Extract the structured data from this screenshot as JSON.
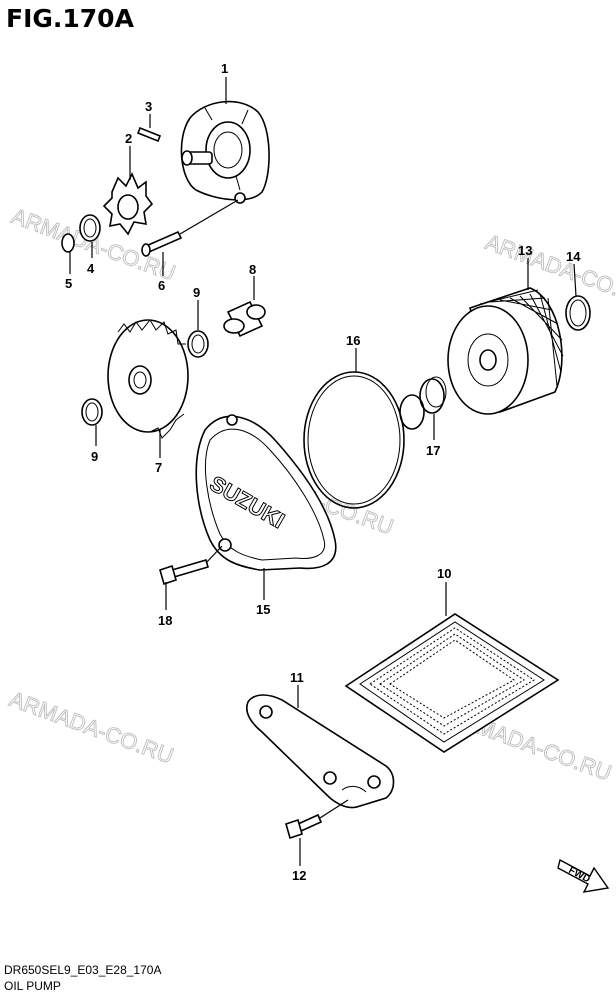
{
  "title": "FIG.170A",
  "footer": {
    "code": "DR650SEL9_E03_E28_170A",
    "name": "OIL PUMP"
  },
  "watermark": "ARMADA-CO.RU",
  "fwd_label": "FWD",
  "parts": [
    "1",
    "2",
    "3",
    "4",
    "5",
    "6",
    "7",
    "8",
    "9",
    "9",
    "10",
    "11",
    "12",
    "13",
    "14",
    "15",
    "16",
    "17",
    "18"
  ],
  "cover_logo": "SUZUKI"
}
